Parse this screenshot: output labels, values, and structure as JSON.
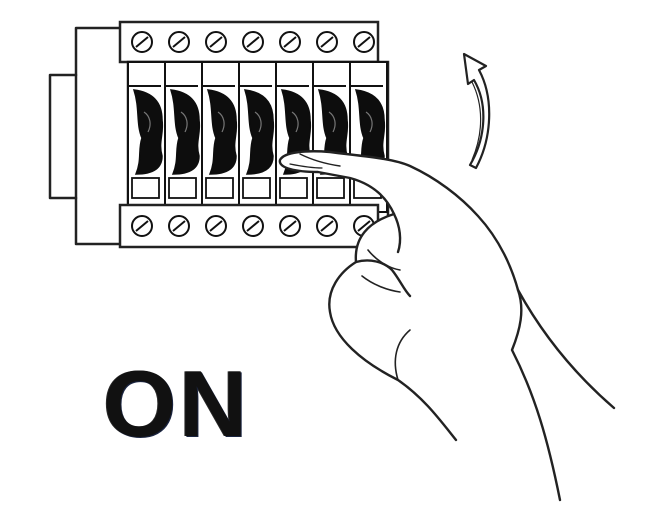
{
  "label": "ON",
  "breaker": {
    "count": 7,
    "state": "on",
    "terminals_per_row": 7
  },
  "icons": [
    "breaker-panel-icon",
    "hand-icon",
    "upward-arrow-icon"
  ],
  "colors": {
    "background": "#ffffff",
    "ink": "#111111",
    "switch": "#0d0d0d"
  }
}
